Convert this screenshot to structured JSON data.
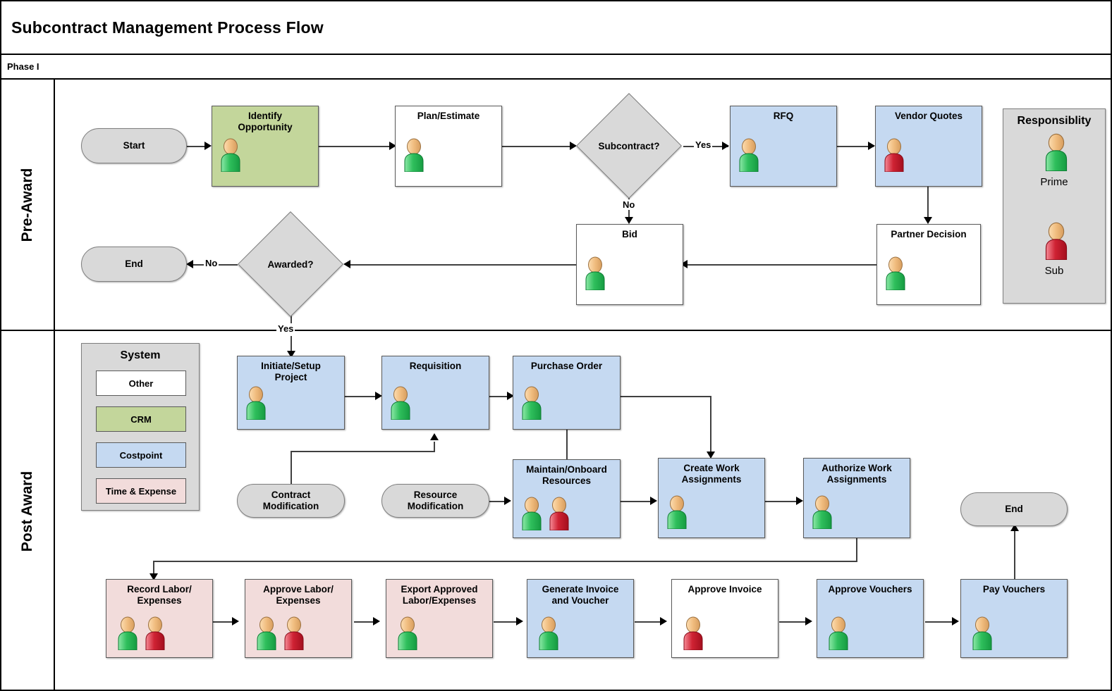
{
  "header": {
    "title": "Subcontract Management Process Flow",
    "phase": "Phase I"
  },
  "lanes": [
    {
      "id": "pre",
      "label": "Pre-Award"
    },
    {
      "id": "post",
      "label": "Post Award"
    }
  ],
  "legends": {
    "responsibility": {
      "title": "Responsiblity",
      "entries": [
        {
          "label": "Prime",
          "color": "#2fbf5c",
          "icon": "person-icon"
        },
        {
          "label": "Sub",
          "color": "#cf2233",
          "icon": "person-icon"
        }
      ]
    },
    "system": {
      "title": "System",
      "entries": [
        {
          "label": "Other",
          "color": "#ffffff"
        },
        {
          "label": "CRM",
          "color": "#c3d69b"
        },
        {
          "label": "Costpoint",
          "color": "#c5d9f1"
        },
        {
          "label": "Time & Expense",
          "color": "#f2dcdb"
        }
      ]
    }
  },
  "nodes": {
    "start": {
      "label": "Start",
      "shape": "terminator",
      "system": "Other"
    },
    "identify": {
      "label": "Identify\nOpportunity",
      "shape": "process",
      "system": "CRM",
      "actors": [
        "Prime"
      ]
    },
    "plan": {
      "label": "Plan/Estimate",
      "shape": "process",
      "system": "Other",
      "actors": [
        "Prime"
      ]
    },
    "subcontract": {
      "label": "Subcontract?",
      "shape": "decision"
    },
    "rfq": {
      "label": "RFQ",
      "shape": "process",
      "system": "Costpoint",
      "actors": [
        "Prime"
      ]
    },
    "vendorquotes": {
      "label": "Vendor Quotes",
      "shape": "process",
      "system": "Costpoint",
      "actors": [
        "Sub"
      ]
    },
    "partner": {
      "label": "Partner Decision",
      "shape": "process",
      "system": "Other",
      "actors": [
        "Prime"
      ]
    },
    "bid": {
      "label": "Bid",
      "shape": "process",
      "system": "Other",
      "actors": [
        "Prime"
      ]
    },
    "awarded": {
      "label": "Awarded?",
      "shape": "decision"
    },
    "end1": {
      "label": "End",
      "shape": "terminator",
      "system": "Other"
    },
    "initiate": {
      "label": "Initiate/Setup\nProject",
      "shape": "process",
      "system": "Costpoint",
      "actors": [
        "Prime"
      ]
    },
    "requisition": {
      "label": "Requisition",
      "shape": "process",
      "system": "Costpoint",
      "actors": [
        "Prime"
      ]
    },
    "purchase": {
      "label": "Purchase Order",
      "shape": "process",
      "system": "Costpoint",
      "actors": [
        "Prime"
      ]
    },
    "contractmod": {
      "label": "Contract\nModification",
      "shape": "terminator",
      "system": "Other"
    },
    "resourcemod": {
      "label": "Resource\nModification",
      "shape": "terminator",
      "system": "Other"
    },
    "maintain": {
      "label": "Maintain/Onboard\nResources",
      "shape": "process",
      "system": "Costpoint",
      "actors": [
        "Prime",
        "Sub"
      ]
    },
    "creatework": {
      "label": "Create Work\nAssignments",
      "shape": "process",
      "system": "Costpoint",
      "actors": [
        "Prime"
      ]
    },
    "authwork": {
      "label": "Authorize Work\nAssignments",
      "shape": "process",
      "system": "Costpoint",
      "actors": [
        "Prime"
      ]
    },
    "recordlabor": {
      "label": "Record Labor/\nExpenses",
      "shape": "process",
      "system": "Time & Expense",
      "actors": [
        "Prime",
        "Sub"
      ]
    },
    "approvelabor": {
      "label": "Approve Labor/\nExpenses",
      "shape": "process",
      "system": "Time & Expense",
      "actors": [
        "Prime",
        "Sub"
      ]
    },
    "exportlabor": {
      "label": "Export Approved\nLabor/Expenses",
      "shape": "process",
      "system": "Time & Expense",
      "actors": [
        "Prime"
      ]
    },
    "geninvoice": {
      "label": "Generate Invoice\nand Voucher",
      "shape": "process",
      "system": "Costpoint",
      "actors": [
        "Prime"
      ]
    },
    "approveinv": {
      "label": "Approve Invoice",
      "shape": "process",
      "system": "Other",
      "actors": [
        "Sub"
      ]
    },
    "approvevouch": {
      "label": "Approve Vouchers",
      "shape": "process",
      "system": "Costpoint",
      "actors": [
        "Prime"
      ]
    },
    "payvouch": {
      "label": "Pay Vouchers",
      "shape": "process",
      "system": "Costpoint",
      "actors": [
        "Prime"
      ]
    },
    "end2": {
      "label": "End",
      "shape": "terminator",
      "system": "Other"
    }
  },
  "edge_labels": {
    "subcontract_yes": "Yes",
    "subcontract_no": "No",
    "awarded_no": "No",
    "awarded_yes": "Yes"
  }
}
